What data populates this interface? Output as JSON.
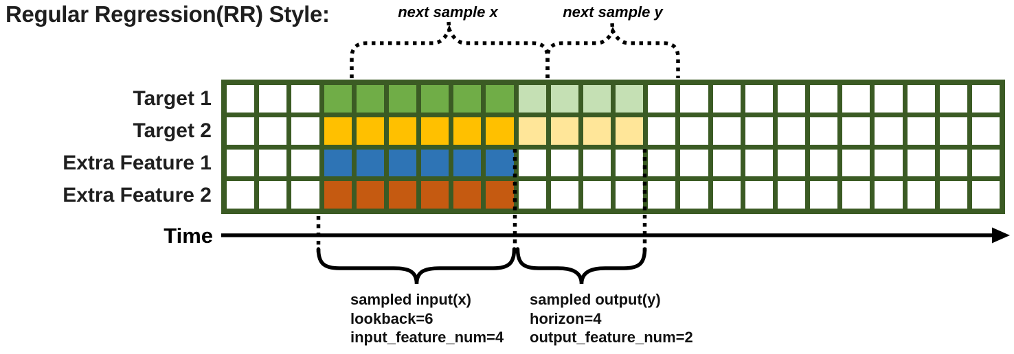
{
  "title": "Regular Regression(RR) Style:",
  "top_braces": {
    "x_label": "next sample x",
    "y_label": "next sample y"
  },
  "time_axis": {
    "label": "Time"
  },
  "rows": [
    {
      "label": "Target 1",
      "input_color": "#70AD47",
      "output_color": "#C5E0B4",
      "has_output": true
    },
    {
      "label": "Target 2",
      "input_color": "#FFC000",
      "output_color": "#FFE699",
      "has_output": true
    },
    {
      "label": "Extra Feature 1",
      "input_color": "#2E74B5",
      "output_color": null,
      "has_output": false
    },
    {
      "label": "Extra Feature 2",
      "input_color": "#C55A11",
      "output_color": null,
      "has_output": false
    }
  ],
  "grid": {
    "total_columns": 24,
    "row_count": 4,
    "empty_leading_columns": 3,
    "input_window_columns": 6,
    "output_window_columns": 4,
    "border_color": "#3B5B24",
    "cell_color": "#FFFFFF"
  },
  "captions": {
    "input": {
      "line1": "sampled input(x)",
      "line2": "lookback=6",
      "line3": "input_feature_num=4"
    },
    "output": {
      "line1": "sampled output(y)",
      "line2": "horizon=4",
      "line3": "output_feature_num=2"
    }
  },
  "colors": {
    "annotation": "#000000",
    "text": "#1F1F1F"
  }
}
